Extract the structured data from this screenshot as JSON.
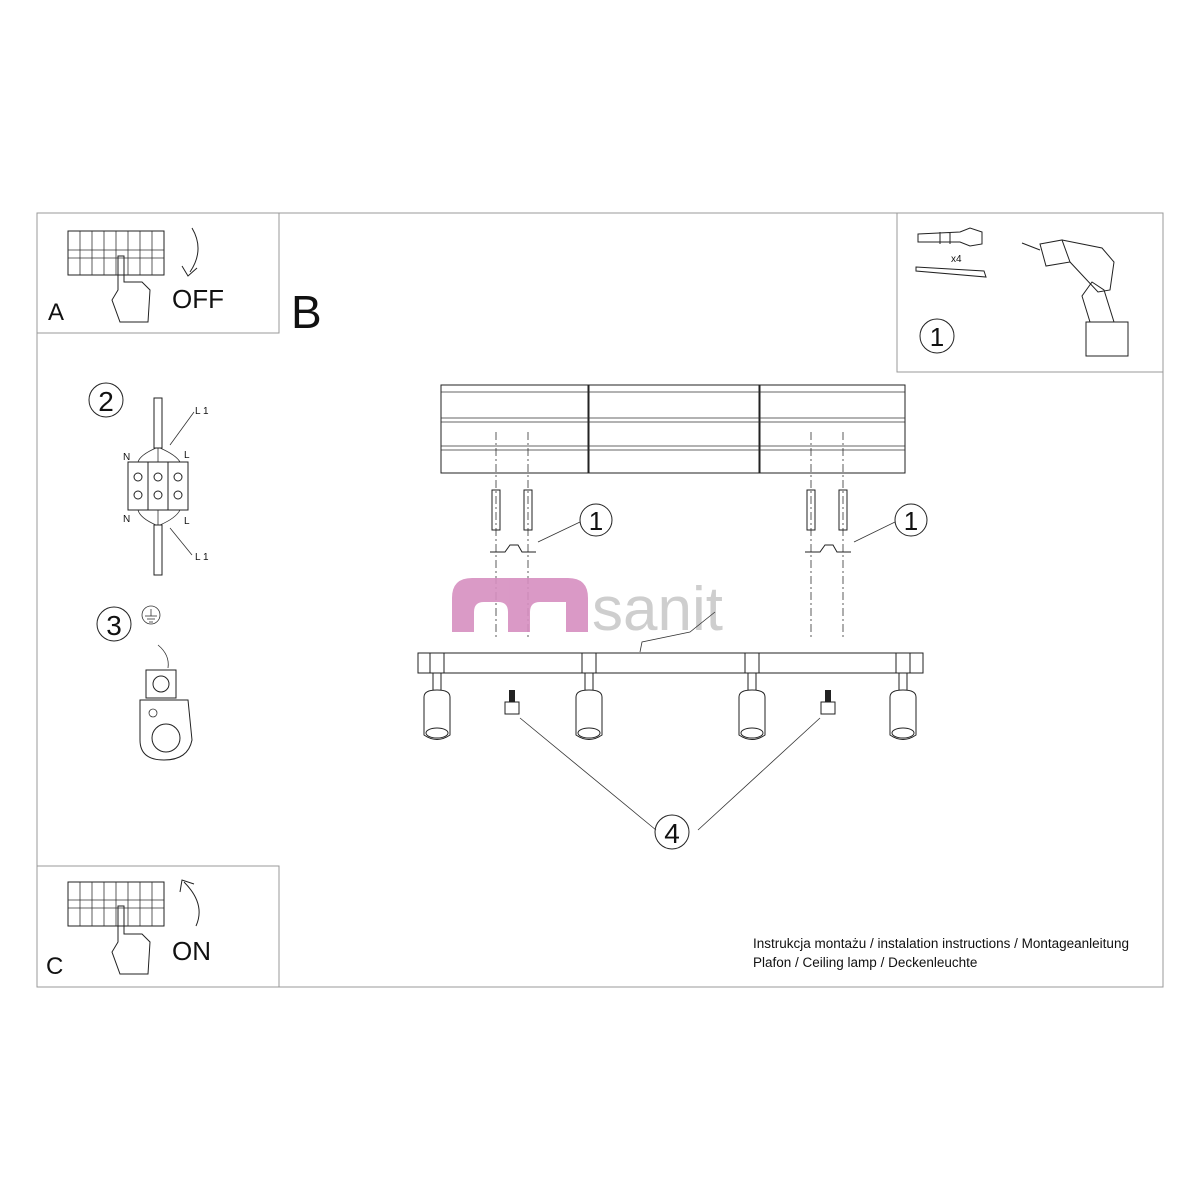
{
  "panels": {
    "a": {
      "letter": "A",
      "action": "OFF"
    },
    "b": {
      "letter": "B"
    },
    "c": {
      "letter": "C",
      "action": "ON"
    }
  },
  "step1_panel": {
    "step": "1",
    "quantity": "x4"
  },
  "wiring": {
    "step": "2",
    "labels": {
      "l1_top": "L 1",
      "n_top": "N",
      "l_top": "L",
      "n_bottom": "N",
      "l_bottom": "L",
      "l1_bottom": "L 1"
    }
  },
  "ground": {
    "step": "3"
  },
  "assembly_callouts": {
    "left": "1",
    "right": "1",
    "bottom": "4"
  },
  "watermark": {
    "text": "msanit",
    "suffix": "sanit",
    "color": "#d68fc0"
  },
  "footer": {
    "line1": "Instrukcja montażu / instalation instructions / Montageanleitung",
    "line2": "Plafon / Ceiling lamp / Deckenleuchte"
  }
}
